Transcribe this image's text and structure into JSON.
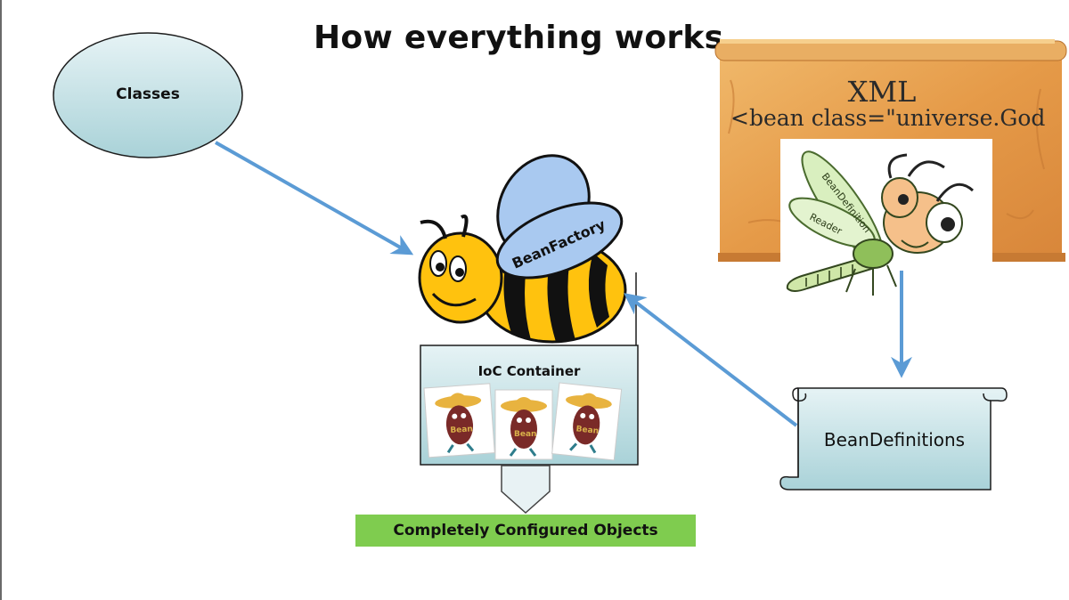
{
  "title": "How everything works",
  "nodes": {
    "classes": "Classes",
    "bean_factory": "BeanFactory",
    "ioc_container": "IoC Container",
    "bean_tag": "Bean",
    "bean_definitions": "BeanDefinitions",
    "result": "Completely Configured Objects",
    "xml_title": "XML",
    "xml_code": "<bean class=\"universe.God",
    "reader_line1": "BeanDefinition",
    "reader_line2": "Reader"
  },
  "colors": {
    "arrow": "#5b9bd5",
    "shape_fill": "#cfe8ec",
    "result_fill": "#7fcc4f",
    "parchment": "#e8a75a",
    "bee_yellow": "#ffc20e",
    "wing_blue": "#a9c9f0"
  },
  "icons": [
    "bee-icon",
    "dragonfly-icon",
    "bean-character-icon",
    "scroll-icon",
    "parchment-icon"
  ]
}
